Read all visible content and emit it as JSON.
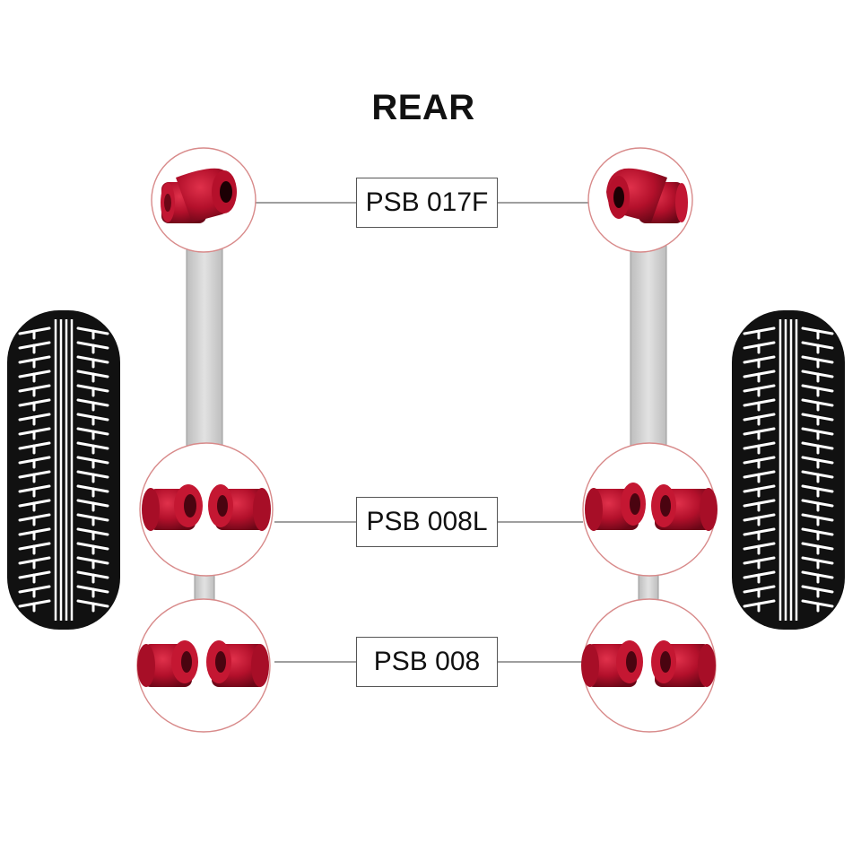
{
  "title": "REAR",
  "colors": {
    "bush_red": "#b3102b",
    "bush_dark": "#5e0614",
    "circle_stroke": "#d88a8a",
    "arm_fill": "#cfcfcf",
    "tyre": "#111111"
  },
  "labels": [
    {
      "id": "psb-017f",
      "text": "PSB 017F"
    },
    {
      "id": "psb-008l",
      "text": "PSB 008L"
    },
    {
      "id": "psb-008",
      "text": "PSB 008"
    }
  ],
  "icons": {
    "tyre": "tyre-icon",
    "bush": "bush-icon"
  }
}
